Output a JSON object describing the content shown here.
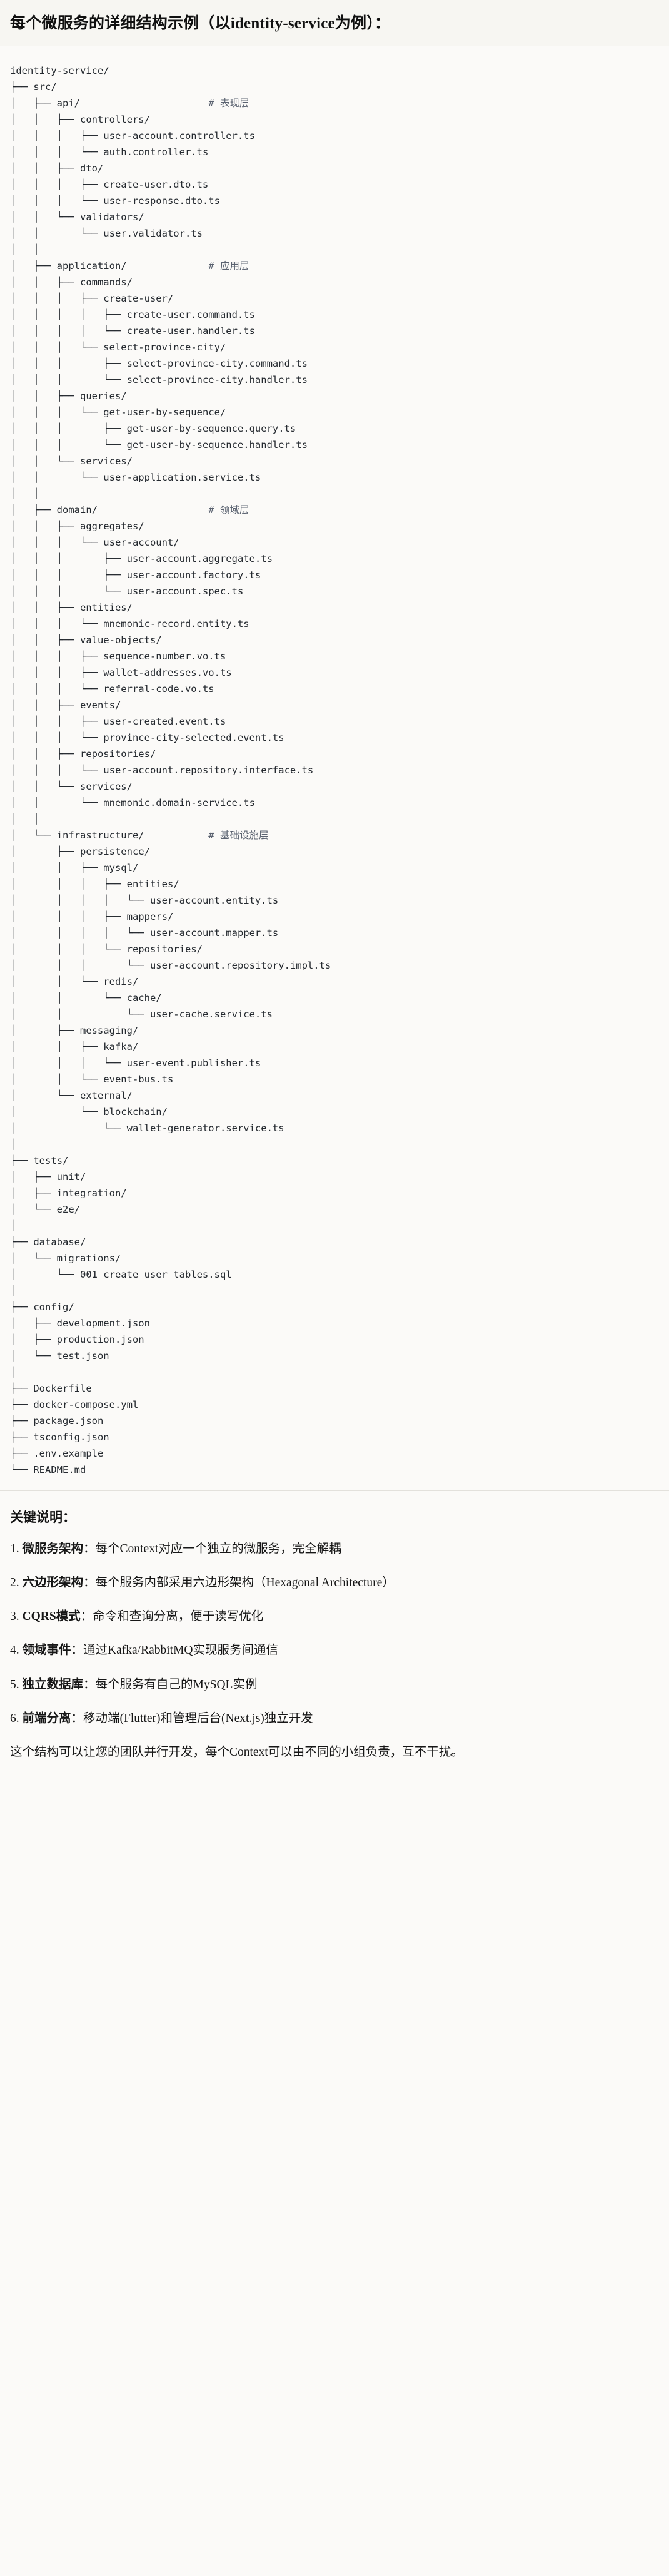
{
  "header": {
    "title": "每个微服务的详细结构示例（以identity-service为例）："
  },
  "tree": {
    "root_label": "identity-service/",
    "lines": [
      {
        "prefix": "",
        "name": "identity-service/",
        "comment": ""
      },
      {
        "prefix": "├── ",
        "name": "src/",
        "comment": ""
      },
      {
        "prefix": "│   ├── ",
        "name": "api/",
        "comment": "# 表现层"
      },
      {
        "prefix": "│   │   ├── ",
        "name": "controllers/",
        "comment": ""
      },
      {
        "prefix": "│   │   │   ├── ",
        "name": "user-account.controller.ts",
        "comment": ""
      },
      {
        "prefix": "│   │   │   └── ",
        "name": "auth.controller.ts",
        "comment": ""
      },
      {
        "prefix": "│   │   ├── ",
        "name": "dto/",
        "comment": ""
      },
      {
        "prefix": "│   │   │   ├── ",
        "name": "create-user.dto.ts",
        "comment": ""
      },
      {
        "prefix": "│   │   │   └── ",
        "name": "user-response.dto.ts",
        "comment": ""
      },
      {
        "prefix": "│   │   └── ",
        "name": "validators/",
        "comment": ""
      },
      {
        "prefix": "│   │       └── ",
        "name": "user.validator.ts",
        "comment": ""
      },
      {
        "prefix": "│   │",
        "name": "",
        "comment": ""
      },
      {
        "prefix": "│   ├── ",
        "name": "application/",
        "comment": "# 应用层"
      },
      {
        "prefix": "│   │   ├── ",
        "name": "commands/",
        "comment": ""
      },
      {
        "prefix": "│   │   │   ├── ",
        "name": "create-user/",
        "comment": ""
      },
      {
        "prefix": "│   │   │   │   ├── ",
        "name": "create-user.command.ts",
        "comment": ""
      },
      {
        "prefix": "│   │   │   │   └── ",
        "name": "create-user.handler.ts",
        "comment": ""
      },
      {
        "prefix": "│   │   │   └── ",
        "name": "select-province-city/",
        "comment": ""
      },
      {
        "prefix": "│   │   │       ├── ",
        "name": "select-province-city.command.ts",
        "comment": ""
      },
      {
        "prefix": "│   │   │       └── ",
        "name": "select-province-city.handler.ts",
        "comment": ""
      },
      {
        "prefix": "│   │   ├── ",
        "name": "queries/",
        "comment": ""
      },
      {
        "prefix": "│   │   │   └── ",
        "name": "get-user-by-sequence/",
        "comment": ""
      },
      {
        "prefix": "│   │   │       ├── ",
        "name": "get-user-by-sequence.query.ts",
        "comment": ""
      },
      {
        "prefix": "│   │   │       └── ",
        "name": "get-user-by-sequence.handler.ts",
        "comment": ""
      },
      {
        "prefix": "│   │   └── ",
        "name": "services/",
        "comment": ""
      },
      {
        "prefix": "│   │       └── ",
        "name": "user-application.service.ts",
        "comment": ""
      },
      {
        "prefix": "│   │",
        "name": "",
        "comment": ""
      },
      {
        "prefix": "│   ├── ",
        "name": "domain/",
        "comment": "# 领域层"
      },
      {
        "prefix": "│   │   ├── ",
        "name": "aggregates/",
        "comment": ""
      },
      {
        "prefix": "│   │   │   └── ",
        "name": "user-account/",
        "comment": ""
      },
      {
        "prefix": "│   │   │       ├── ",
        "name": "user-account.aggregate.ts",
        "comment": ""
      },
      {
        "prefix": "│   │   │       ├── ",
        "name": "user-account.factory.ts",
        "comment": ""
      },
      {
        "prefix": "│   │   │       └── ",
        "name": "user-account.spec.ts",
        "comment": ""
      },
      {
        "prefix": "│   │   ├── ",
        "name": "entities/",
        "comment": ""
      },
      {
        "prefix": "│   │   │   └── ",
        "name": "mnemonic-record.entity.ts",
        "comment": ""
      },
      {
        "prefix": "│   │   ├── ",
        "name": "value-objects/",
        "comment": ""
      },
      {
        "prefix": "│   │   │   ├── ",
        "name": "sequence-number.vo.ts",
        "comment": ""
      },
      {
        "prefix": "│   │   │   ├── ",
        "name": "wallet-addresses.vo.ts",
        "comment": ""
      },
      {
        "prefix": "│   │   │   └── ",
        "name": "referral-code.vo.ts",
        "comment": ""
      },
      {
        "prefix": "│   │   ├── ",
        "name": "events/",
        "comment": ""
      },
      {
        "prefix": "│   │   │   ├── ",
        "name": "user-created.event.ts",
        "comment": ""
      },
      {
        "prefix": "│   │   │   └── ",
        "name": "province-city-selected.event.ts",
        "comment": ""
      },
      {
        "prefix": "│   │   ├── ",
        "name": "repositories/",
        "comment": ""
      },
      {
        "prefix": "│   │   │   └── ",
        "name": "user-account.repository.interface.ts",
        "comment": ""
      },
      {
        "prefix": "│   │   └── ",
        "name": "services/",
        "comment": ""
      },
      {
        "prefix": "│   │       └── ",
        "name": "mnemonic.domain-service.ts",
        "comment": ""
      },
      {
        "prefix": "│   │",
        "name": "",
        "comment": ""
      },
      {
        "prefix": "│   └── ",
        "name": "infrastructure/",
        "comment": "# 基础设施层"
      },
      {
        "prefix": "│       ├── ",
        "name": "persistence/",
        "comment": ""
      },
      {
        "prefix": "│       │   ├── ",
        "name": "mysql/",
        "comment": ""
      },
      {
        "prefix": "│       │   │   ├── ",
        "name": "entities/",
        "comment": ""
      },
      {
        "prefix": "│       │   │   │   └── ",
        "name": "user-account.entity.ts",
        "comment": ""
      },
      {
        "prefix": "│       │   │   ├── ",
        "name": "mappers/",
        "comment": ""
      },
      {
        "prefix": "│       │   │   │   └── ",
        "name": "user-account.mapper.ts",
        "comment": ""
      },
      {
        "prefix": "│       │   │   └── ",
        "name": "repositories/",
        "comment": ""
      },
      {
        "prefix": "│       │   │       └── ",
        "name": "user-account.repository.impl.ts",
        "comment": ""
      },
      {
        "prefix": "│       │   └── ",
        "name": "redis/",
        "comment": ""
      },
      {
        "prefix": "│       │       └── ",
        "name": "cache/",
        "comment": ""
      },
      {
        "prefix": "│       │           └── ",
        "name": "user-cache.service.ts",
        "comment": ""
      },
      {
        "prefix": "│       ├── ",
        "name": "messaging/",
        "comment": ""
      },
      {
        "prefix": "│       │   ├── ",
        "name": "kafka/",
        "comment": ""
      },
      {
        "prefix": "│       │   │   └── ",
        "name": "user-event.publisher.ts",
        "comment": ""
      },
      {
        "prefix": "│       │   └── ",
        "name": "event-bus.ts",
        "comment": ""
      },
      {
        "prefix": "│       └── ",
        "name": "external/",
        "comment": ""
      },
      {
        "prefix": "│           └── ",
        "name": "blockchain/",
        "comment": ""
      },
      {
        "prefix": "│               └── ",
        "name": "wallet-generator.service.ts",
        "comment": ""
      },
      {
        "prefix": "│",
        "name": "",
        "comment": ""
      },
      {
        "prefix": "├── ",
        "name": "tests/",
        "comment": ""
      },
      {
        "prefix": "│   ├── ",
        "name": "unit/",
        "comment": ""
      },
      {
        "prefix": "│   ├── ",
        "name": "integration/",
        "comment": ""
      },
      {
        "prefix": "│   └── ",
        "name": "e2e/",
        "comment": ""
      },
      {
        "prefix": "│",
        "name": "",
        "comment": ""
      },
      {
        "prefix": "├── ",
        "name": "database/",
        "comment": ""
      },
      {
        "prefix": "│   └── ",
        "name": "migrations/",
        "comment": ""
      },
      {
        "prefix": "│       └── ",
        "name": "001_create_user_tables.sql",
        "comment": ""
      },
      {
        "prefix": "│",
        "name": "",
        "comment": ""
      },
      {
        "prefix": "├── ",
        "name": "config/",
        "comment": ""
      },
      {
        "prefix": "│   ├── ",
        "name": "development.json",
        "comment": ""
      },
      {
        "prefix": "│   ├── ",
        "name": "production.json",
        "comment": ""
      },
      {
        "prefix": "│   └── ",
        "name": "test.json",
        "comment": ""
      },
      {
        "prefix": "│",
        "name": "",
        "comment": ""
      },
      {
        "prefix": "├── ",
        "name": "Dockerfile",
        "comment": ""
      },
      {
        "prefix": "├── ",
        "name": "docker-compose.yml",
        "comment": ""
      },
      {
        "prefix": "├── ",
        "name": "package.json",
        "comment": ""
      },
      {
        "prefix": "├── ",
        "name": "tsconfig.json",
        "comment": ""
      },
      {
        "prefix": "├── ",
        "name": ".env.example",
        "comment": ""
      },
      {
        "prefix": "└── ",
        "name": "README.md",
        "comment": ""
      }
    ]
  },
  "notes": {
    "heading": "关键说明：",
    "items": [
      {
        "num": "1.",
        "term": "微服务架构",
        "sep": "：",
        "desc": "每个Context对应一个独立的微服务，完全解耦"
      },
      {
        "num": "2.",
        "term": "六边形架构",
        "sep": "：",
        "desc": "每个服务内部采用六边形架构（Hexagonal Architecture）"
      },
      {
        "num": "3.",
        "term": "CQRS模式",
        "sep": "：",
        "desc": "命令和查询分离，便于读写优化"
      },
      {
        "num": "4.",
        "term": "领域事件",
        "sep": "：",
        "desc": "通过Kafka/RabbitMQ实现服务间通信"
      },
      {
        "num": "5.",
        "term": "独立数据库",
        "sep": "：",
        "desc": "每个服务有自己的MySQL实例"
      },
      {
        "num": "6.",
        "term": "前端分离",
        "sep": "：",
        "desc": "移动端(Flutter)和管理后台(Next.js)独立开发"
      }
    ],
    "footer": "这个结构可以让您的团队并行开发，每个Context可以由不同的小组负责，互不干扰。"
  },
  "colors": {
    "page_background": "#fbfaf8",
    "header_background": "#f7f6f2",
    "divider": "#e3e1dc",
    "code_text": "#24292f",
    "comment_text": "#5a6270",
    "heading_text": "#111111"
  }
}
